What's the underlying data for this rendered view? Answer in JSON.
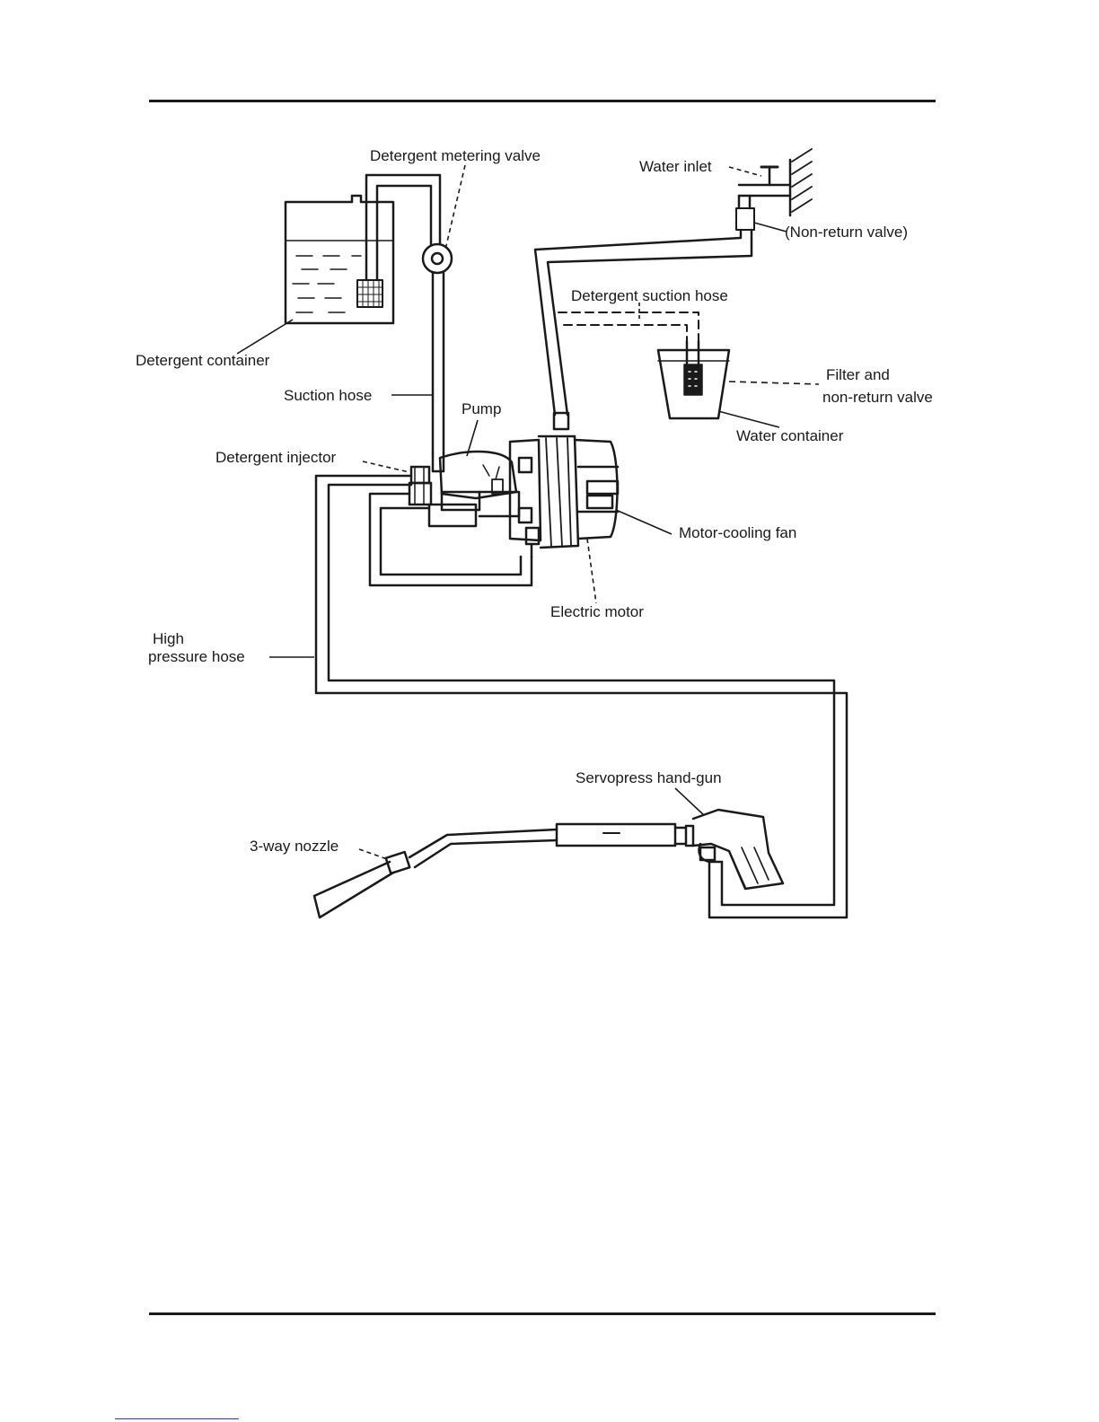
{
  "labels": {
    "detergent_metering_valve": "Detergent metering valve",
    "water_inlet": "Water inlet",
    "non_return_valve": "(Non-return valve)",
    "detergent_suction_hose": "Detergent suction hose",
    "detergent_container": "Detergent container",
    "filter_line1": "Filter and",
    "filter_line2": "non-return valve",
    "suction_hose": "Suction hose",
    "pump": "Pump",
    "water_container": "Water container",
    "detergent_injector": "Detergent injector",
    "motor_cooling_fan": "Motor-cooling fan",
    "electric_motor": "Electric motor",
    "high_line1": "High",
    "high_line2": "pressure hose",
    "servopress_hand_gun": "Servopress hand-gun",
    "three_way_nozzle": "3-way nozzle"
  },
  "colors": {
    "ink": "#1a1a1a",
    "link": "#1f3fd0"
  }
}
